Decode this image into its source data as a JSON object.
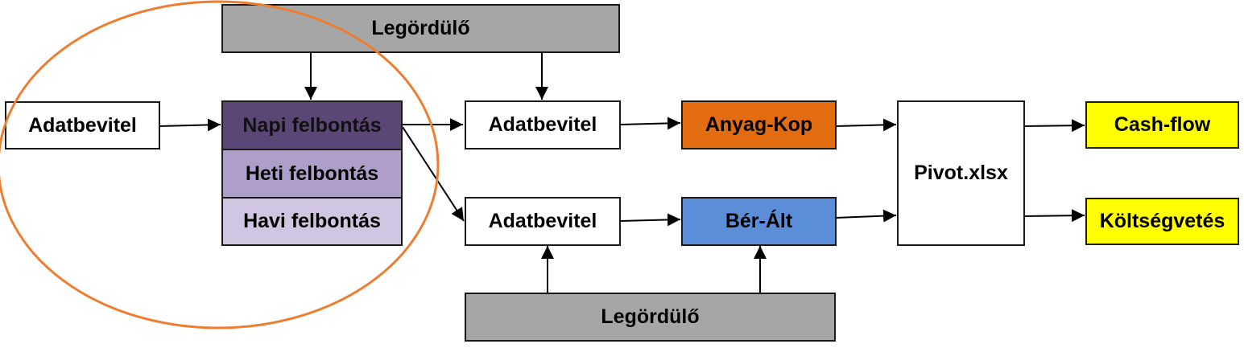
{
  "nodes": {
    "legordulo_top": "Legördülő",
    "legordulo_bottom": "Legördülő",
    "adatbevitel_left": "Adatbevitel",
    "napi": "Napi felbontás",
    "heti": "Heti felbontás",
    "havi": "Havi felbontás",
    "adatbevitel_mid_top": "Adatbevitel",
    "adatbevitel_mid_bottom": "Adatbevitel",
    "anyag_kop": "Anyag-Kop",
    "ber_alt": "Bér-Ált",
    "pivot": "Pivot.xlsx",
    "cash_flow": "Cash-flow",
    "koltsegvetes": "Költségvetés"
  },
  "colors": {
    "highlight_ellipse": "#ed7d31",
    "napi": "#5b4776",
    "heti": "#ae9fca",
    "havi": "#d0c5e0",
    "anyag_kop": "#e36c10",
    "ber_alt": "#5b8ed6",
    "outputs": "#ffff00",
    "legordulo": "#a6a6a6"
  }
}
